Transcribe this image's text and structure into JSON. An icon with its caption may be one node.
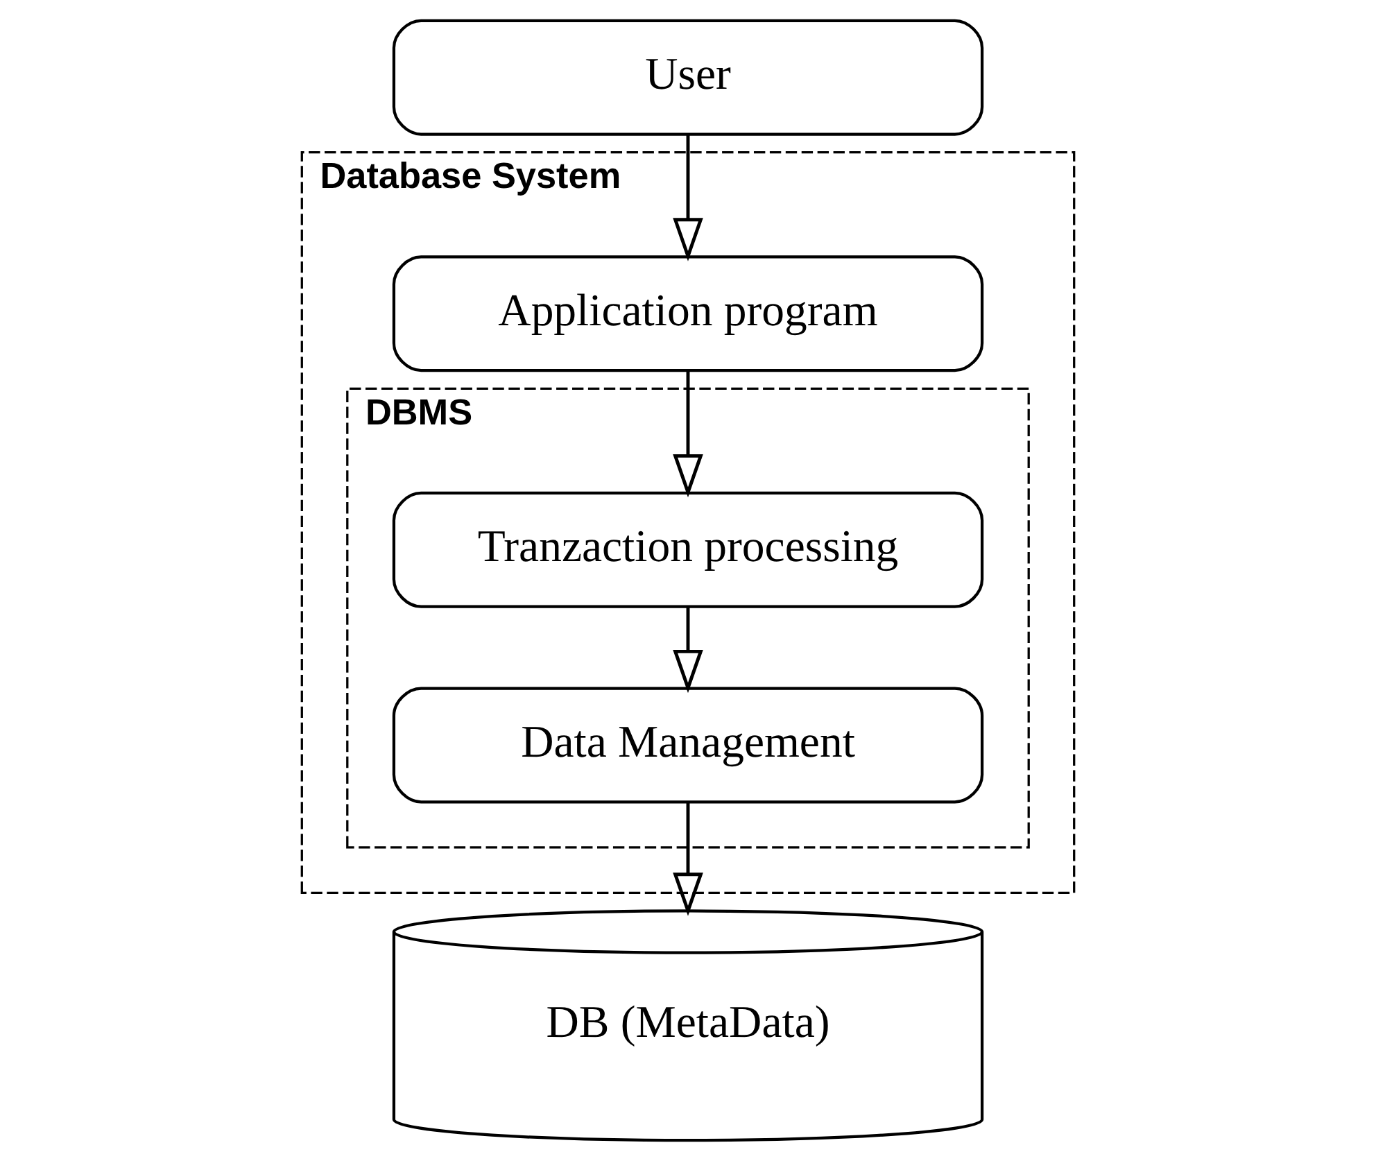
{
  "diagram": {
    "nodes": [
      {
        "text": [
          "User"
        ]
      },
      {
        "text": [
          "Database System"
        ]
      },
      {
        "text": [
          "Application program"
        ],
        "in": 1
      },
      {
        "text": [
          "DBMS"
        ],
        "in": 1
      },
      {
        "text": [
          "Tranzaction processing"
        ],
        "in": 3
      },
      {
        "text": [
          "Data Management"
        ],
        "in": 3
      },
      {
        "text": [
          "DB (MetaData)"
        ]
      }
    ],
    "edges": [
      {
        "from": 0,
        "to": 2,
        "arrow": "to"
      },
      {
        "from": 2,
        "to": 4,
        "arrow": "to"
      },
      {
        "from": 4,
        "to": 5,
        "arrow": "to"
      },
      {
        "from": 5,
        "to": 6,
        "arrow": "to"
      }
    ]
  }
}
